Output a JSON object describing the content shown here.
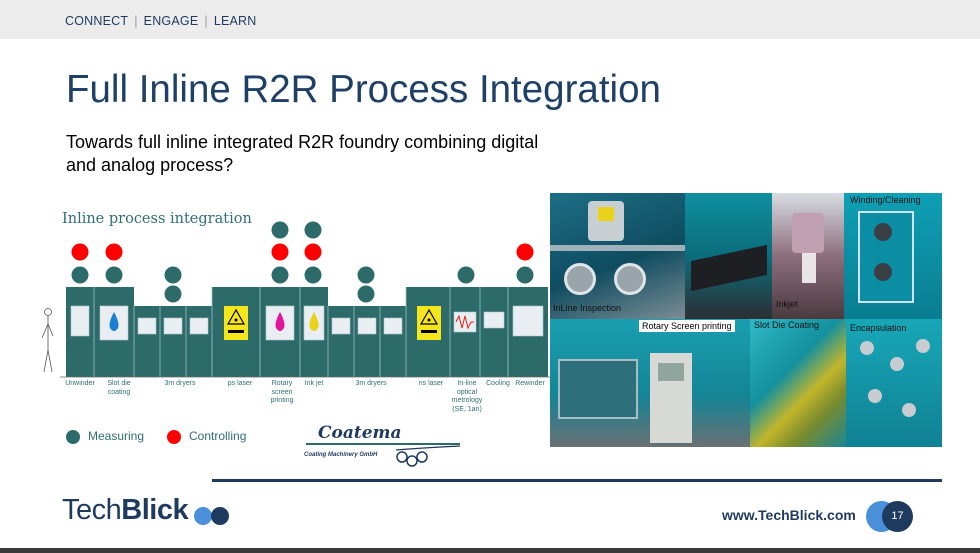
{
  "nav": {
    "items": [
      "CONNECT",
      "ENGAGE",
      "LEARN"
    ]
  },
  "slide": {
    "title": "Full Inline R2R Process Integration",
    "subtitle": "Towards full inline integrated R2R foundry combining digital and analog process?"
  },
  "diagram": {
    "title": "Inline process integration",
    "station_labels": [
      "Unwinder",
      "Slot die coating",
      "3m dryers",
      "ps laser",
      "Rotary screen printing",
      "Ink jet",
      "3m dryers",
      "ns laser",
      "In-line optical metrology (SE, 1an)",
      "Cooling",
      "Rewinder"
    ],
    "legend": {
      "measuring": "Measuring",
      "controlling": "Controlling"
    },
    "colors": {
      "machine": "#2d6b6b",
      "measuring": "#2d6b6b",
      "controlling": "#ff0000",
      "warning": "#f5e51b"
    },
    "brand": {
      "name": "Coatema",
      "tagline": "Coating Machinery GmbH"
    }
  },
  "photos": {
    "labels": [
      "Winding/Cleaning",
      "InLine Inspection",
      "Inkjet",
      "Rotary Screen printing",
      "Slot Die Coating",
      "Encapsulation"
    ]
  },
  "footer": {
    "logo_a": "Tech",
    "logo_b": "Blick",
    "url": "www.TechBlick.com",
    "page": "17"
  }
}
